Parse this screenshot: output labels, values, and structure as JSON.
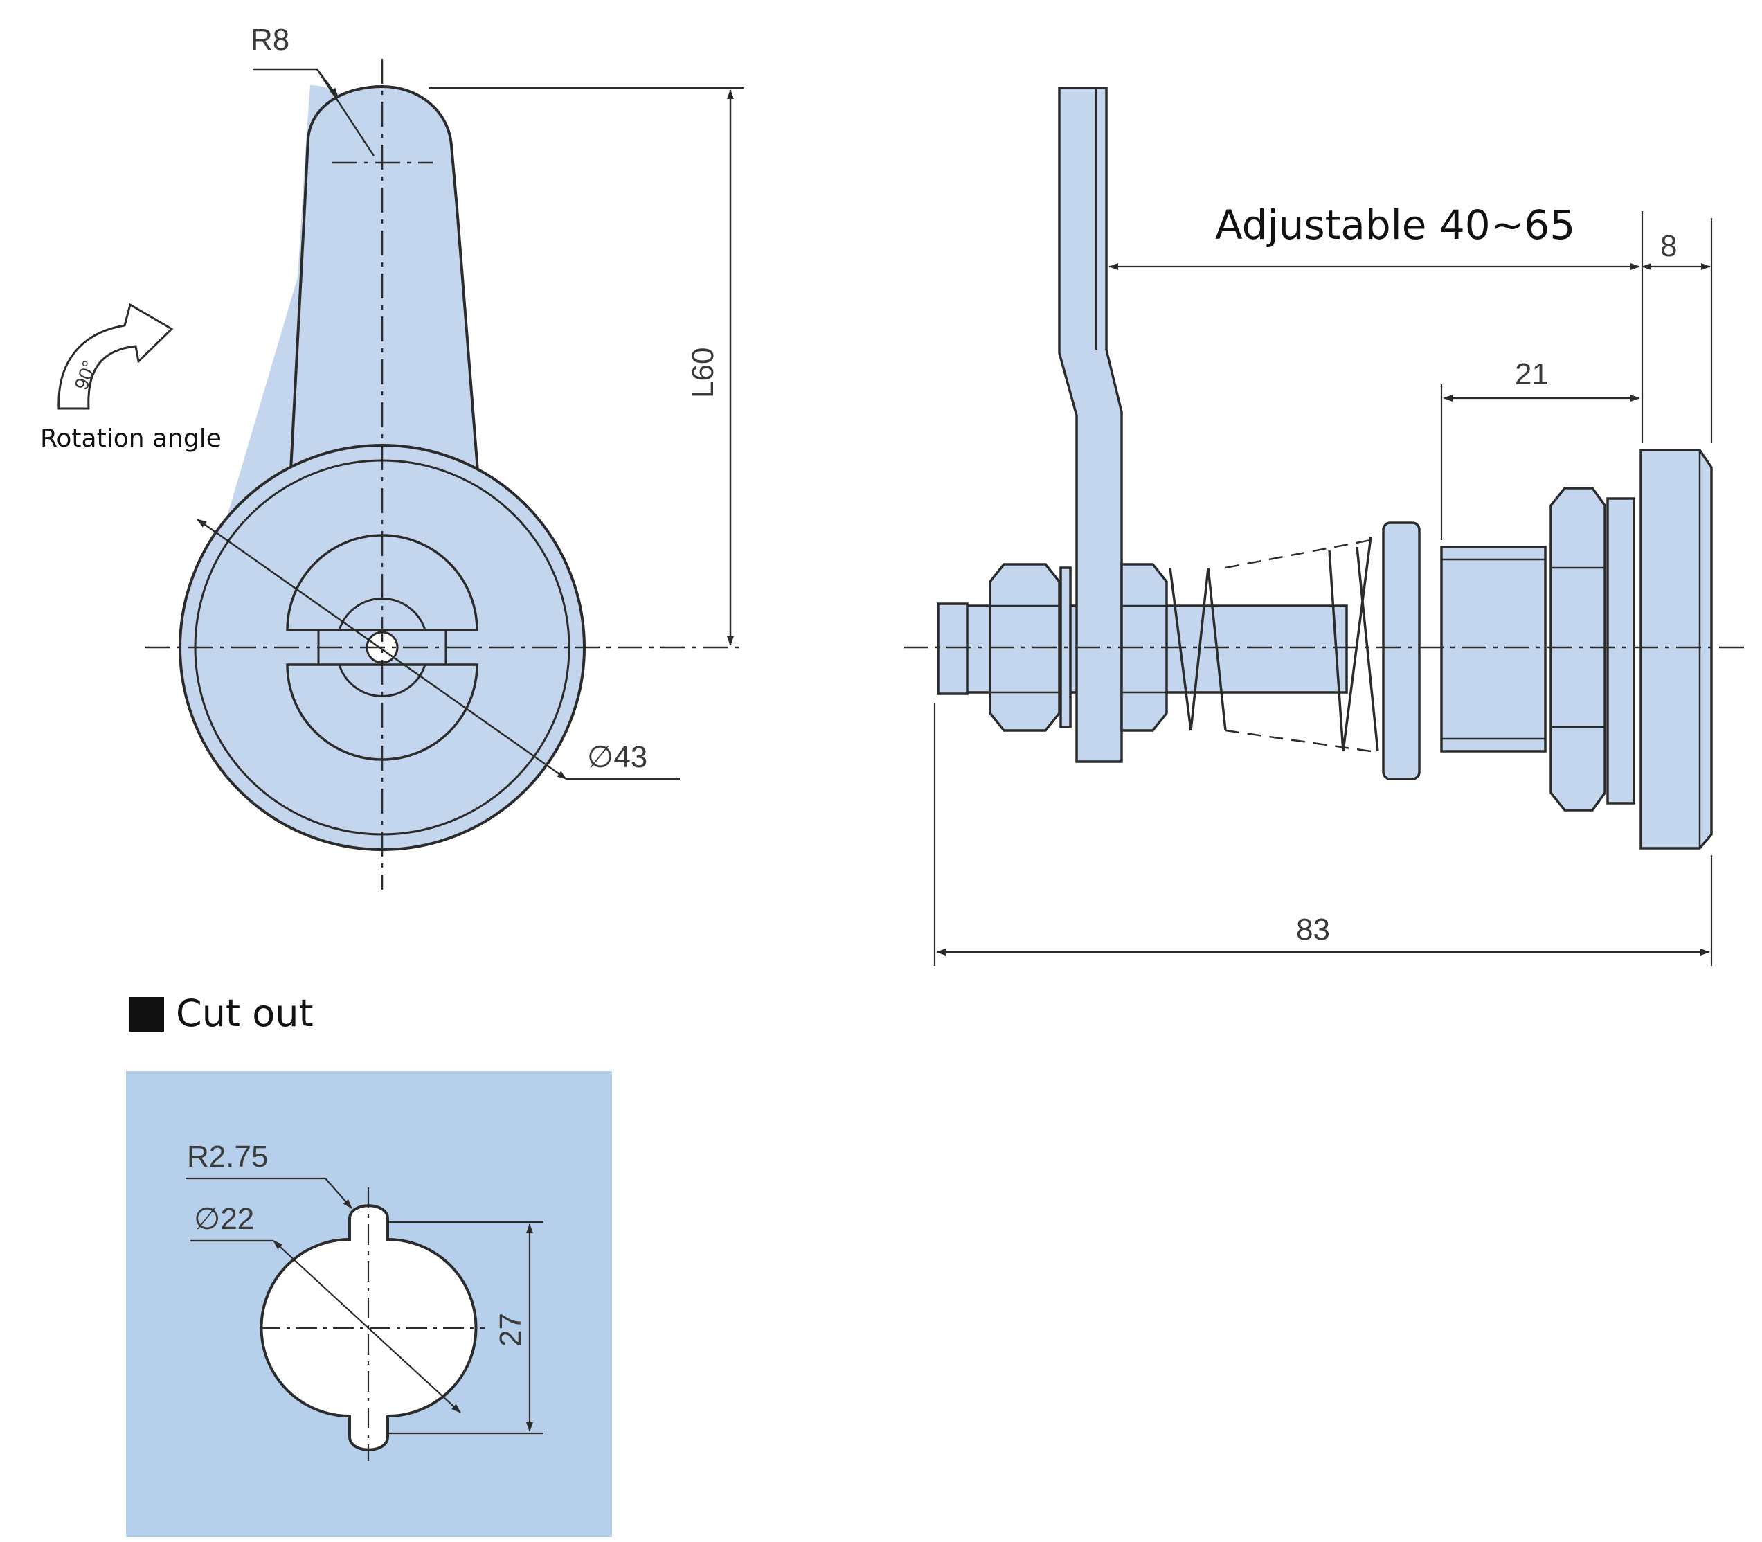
{
  "front_view": {
    "radius_label": "R8",
    "length_label": "L60",
    "diameter_label": "∅43"
  },
  "rotation": {
    "angle_text": "90°",
    "caption": "Rotation angle"
  },
  "side_view": {
    "adjustable_label": "Adjustable 40~65",
    "dim_8": "8",
    "dim_21": "21",
    "dim_83": "83"
  },
  "cutout": {
    "title": "Cut out",
    "radius_label": "R2.75",
    "diameter_label": "∅22",
    "height_label": "27"
  },
  "colors": {
    "part_fill": "#c3d6ee",
    "cutout_background": "#b6cfea",
    "outline": "#2b2b2b",
    "hole_fill": "#ffffff"
  }
}
